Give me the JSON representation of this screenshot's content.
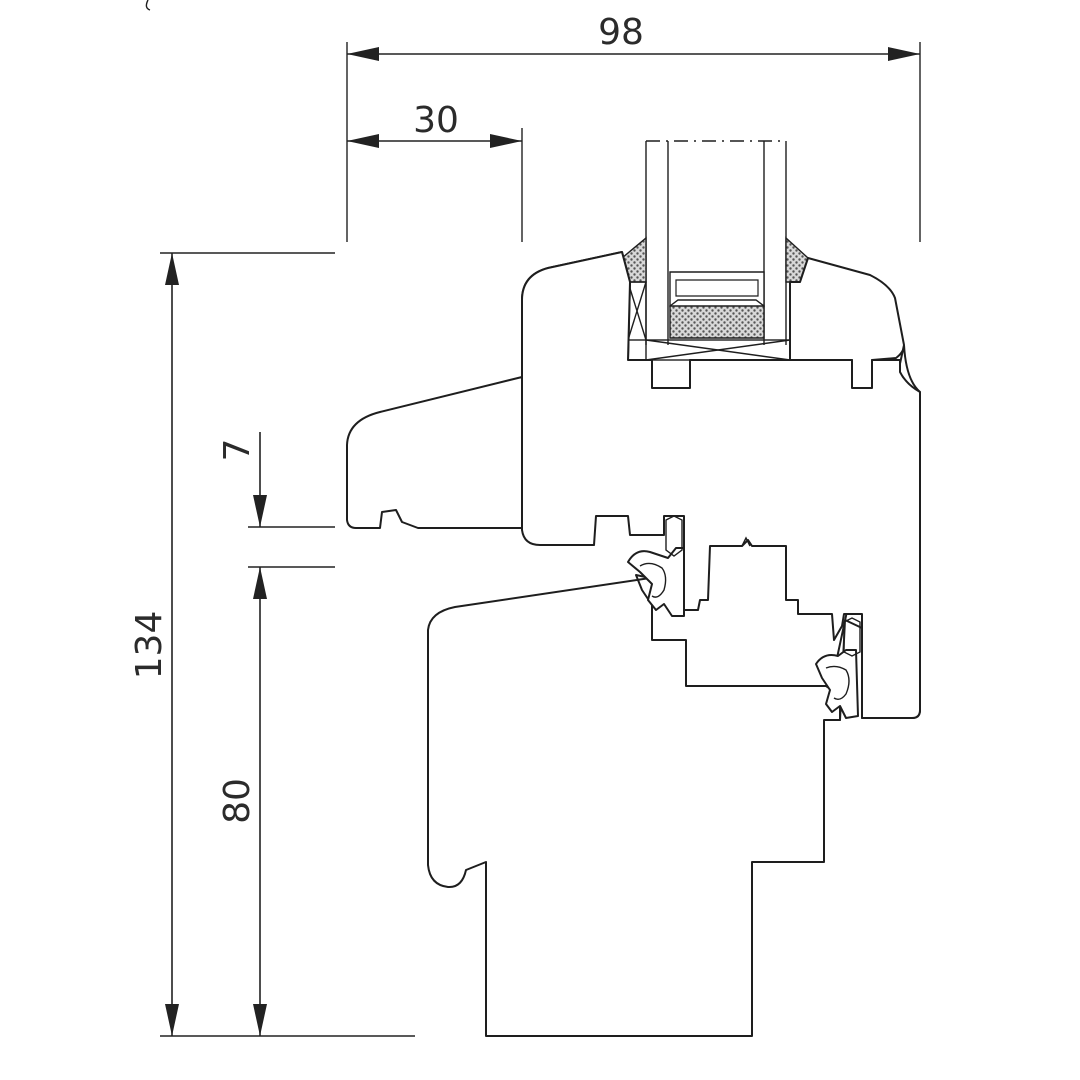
{
  "dimensions": {
    "overall_width": "98",
    "sash_offset": "30",
    "overall_height": "134",
    "frame_height": "80",
    "overlap": "7"
  }
}
